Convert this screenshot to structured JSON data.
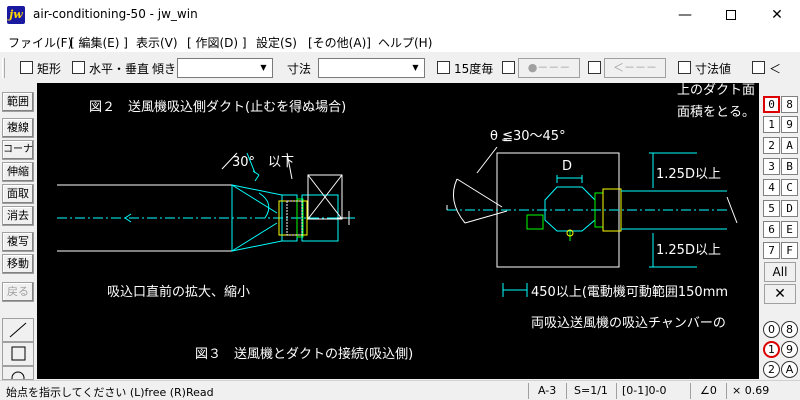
{
  "window": {
    "title": "air-conditioning-50 - jw_win",
    "icon_text": "jw",
    "minimize": "—",
    "close": "✕"
  },
  "menu": [
    "ファイル(F)",
    "[ 編集(E) ]",
    "表示(V)",
    "[ 作図(D) ]",
    "設定(S)",
    "[その他(A)]",
    "ヘルプ(H)"
  ],
  "toolbar": {
    "rect": "矩形",
    "horiz_vert": "水平・垂直",
    "tilt": "傾き",
    "dimension": "寸法",
    "deg15": "15度毎",
    "btn_dot": "●－－－",
    "btn_arrow": "＜－－－",
    "dim_value": "寸法値",
    "lt": "＜"
  },
  "left_tools": [
    "範囲",
    "複線",
    "コーナー",
    "伸縮",
    "面取",
    "消去",
    "複写",
    "移動",
    "戻る"
  ],
  "layers_left": [
    "0",
    "1",
    "2",
    "3",
    "4",
    "5",
    "6",
    "7"
  ],
  "layers_right": [
    "8",
    "9",
    "A",
    "B",
    "C",
    "D",
    "E",
    "F"
  ],
  "layer_all": "All",
  "layer_x": "✕",
  "group_left": [
    "0",
    "1",
    "2"
  ],
  "group_right": [
    "8",
    "9",
    "A"
  ],
  "drawing": {
    "fig2_title": "図２　送風機吸込側ダクト(止むを得ぬ場合)",
    "top_right_1": "上のダクト面",
    "top_right_2": "面積をとる。",
    "angle_label": "30°　以下",
    "theta_label": "θ ≦30～45°",
    "d_label": "D",
    "upper_125": "1.25D以上",
    "lower_125": "1.25D以上",
    "expand_label": "吸込口直前の拡大、縮小",
    "dim_450": "450以上(電動機可動範囲150mm",
    "chamber_label": "両吸込送風機の吸込チャンバーの",
    "fig3_title": "図３　送風機とダクトの接続(吸込側)"
  },
  "status": {
    "prompt": "始点を指示してください (L)free (R)Read",
    "paper": "A-3",
    "scale": "S=1/1",
    "layer": "[0-1]0-0",
    "angle": "∠0",
    "zoom": "× 0.69"
  }
}
